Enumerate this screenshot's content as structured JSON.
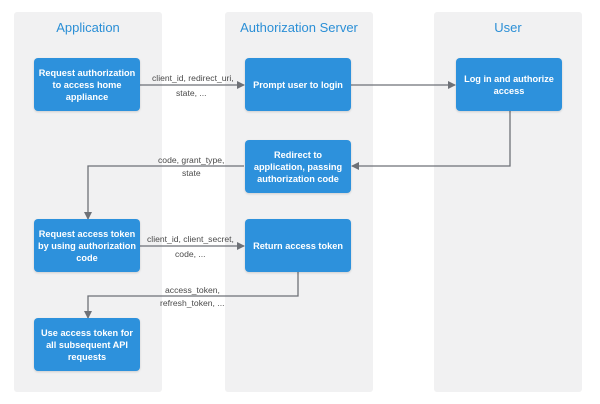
{
  "lanes": {
    "application": "Application",
    "auth_server": "Authorization Server",
    "user": "User"
  },
  "boxes": {
    "request_authorization": "Request authorization to access home appliance",
    "prompt_login": "Prompt user to login",
    "login_authorize": "Log in and authorize access",
    "redirect_application": "Redirect to application, passing authorization code",
    "request_token": "Request access token by using authorization code",
    "return_token": "Return access token",
    "use_token": "Use access token for all subsequent API requests"
  },
  "labels": {
    "auth_request_line1": "client_id, redirect_uri,",
    "auth_request_line2": "state, ...",
    "redirect_line1": "code, grant_type,",
    "redirect_line2": "state",
    "token_request_line1": "client_id, client_secret,",
    "token_request_line2": "code, ...",
    "token_response_line1": "access_token,",
    "token_response_line2": "refresh_token, ..."
  },
  "colors": {
    "lane_background": "#f1f1f2",
    "box_fill": "#2d91dc",
    "lane_title": "#2b8fd6",
    "arrow": "#6e7177"
  }
}
